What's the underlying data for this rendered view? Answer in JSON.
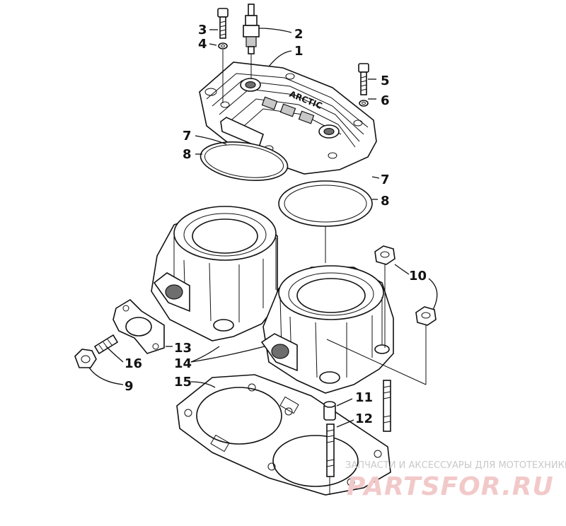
{
  "callouts": [
    {
      "id": "c1",
      "label": "1"
    },
    {
      "id": "c2",
      "label": "2"
    },
    {
      "id": "c3",
      "label": "3"
    },
    {
      "id": "c4",
      "label": "4"
    },
    {
      "id": "c5",
      "label": "5"
    },
    {
      "id": "c6",
      "label": "6"
    },
    {
      "id": "c7a",
      "label": "7"
    },
    {
      "id": "c8a",
      "label": "8"
    },
    {
      "id": "c7b",
      "label": "7"
    },
    {
      "id": "c8b",
      "label": "8"
    },
    {
      "id": "c10",
      "label": "10"
    },
    {
      "id": "c13",
      "label": "13"
    },
    {
      "id": "c14",
      "label": "14"
    },
    {
      "id": "c15",
      "label": "15"
    },
    {
      "id": "c16",
      "label": "16"
    },
    {
      "id": "c9",
      "label": "9"
    },
    {
      "id": "c11",
      "label": "11"
    },
    {
      "id": "c12",
      "label": "12"
    }
  ],
  "head_casting_text": "ARCTIC",
  "watermark": {
    "tagline": "ЗАПЧАСТИ И АКСЕССУАРЫ ДЛЯ МОТОТЕХНИКИ",
    "brand": "PARTSFOR.RU"
  }
}
